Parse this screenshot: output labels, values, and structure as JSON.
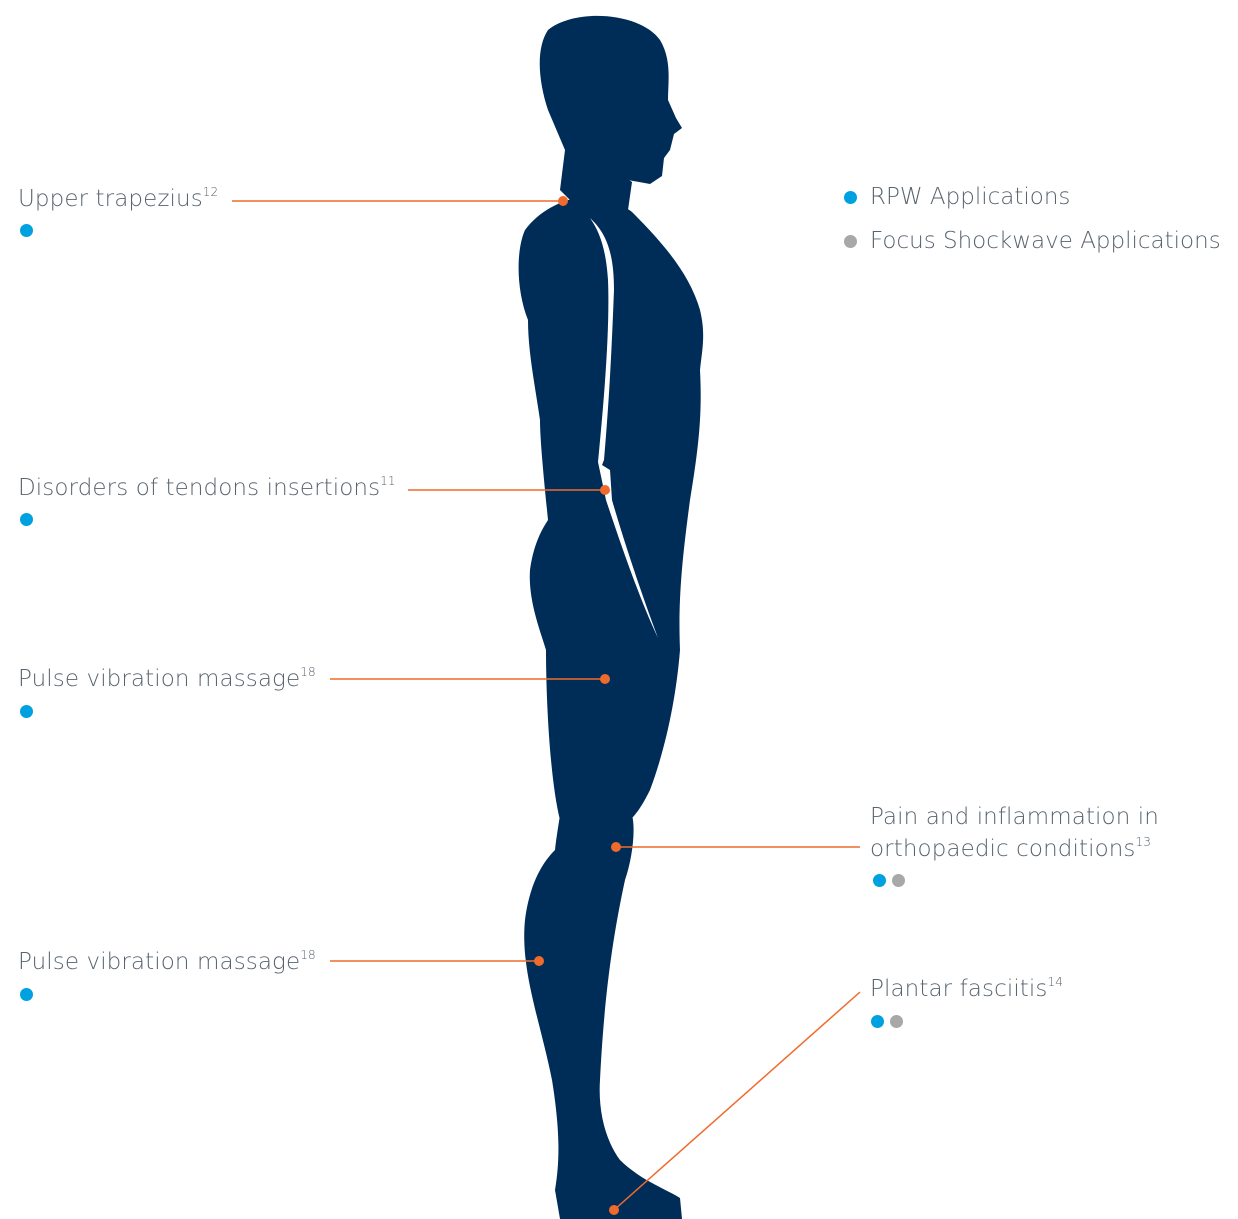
{
  "colors": {
    "silhouette": "#002d58",
    "leader": "#ef6b2c",
    "rpw": "#00a1e1",
    "focus": "#a8a8a8",
    "text": "#58636e"
  },
  "legend": {
    "rpw_label": "RPW Applications",
    "focus_label": "Focus Shockwave Applications"
  },
  "callouts": {
    "upper_trapezius": {
      "text": "Upper trapezius",
      "ref": "12",
      "types": [
        "rpw"
      ]
    },
    "tendons": {
      "text": "Disorders of tendons insertions",
      "ref": "11",
      "types": [
        "rpw"
      ]
    },
    "massage_thigh": {
      "text": "Pulse vibration massage",
      "ref": "18",
      "types": [
        "rpw"
      ]
    },
    "massage_calf": {
      "text": "Pulse vibration massage",
      "ref": "18",
      "types": [
        "rpw"
      ]
    },
    "pain_inflammation": {
      "line1": "Pain and inflammation in",
      "line2": "orthopaedic conditions",
      "ref": "13",
      "types": [
        "rpw",
        "focus"
      ]
    },
    "plantar": {
      "text": "Plantar fasciitis",
      "ref": "14",
      "types": [
        "rpw",
        "focus"
      ]
    }
  }
}
